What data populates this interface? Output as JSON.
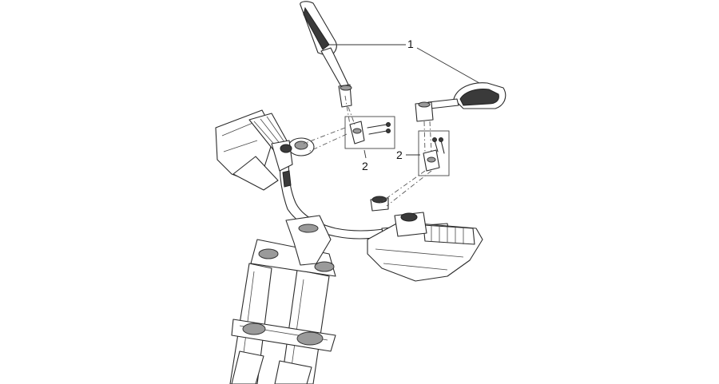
{
  "callouts": {
    "mirror_label": "1",
    "bracket_left_label": "2",
    "bracket_right_label": "2"
  }
}
